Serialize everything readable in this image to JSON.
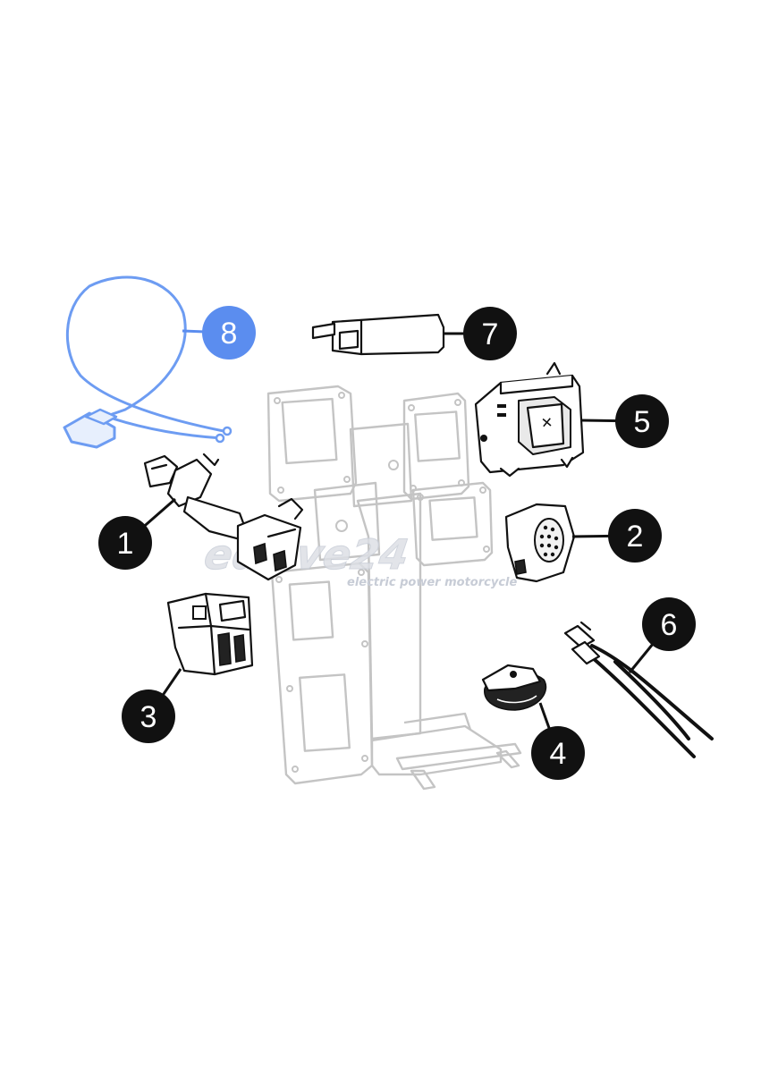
{
  "watermark": {
    "brand": "edrive24",
    "tagline": "electric power motorcycle"
  },
  "colors": {
    "highlight": "#5b8def",
    "callout": "#111111",
    "frame": "#c4c4c4"
  },
  "callouts": [
    {
      "id": "1",
      "label": "1",
      "highlighted": false
    },
    {
      "id": "2",
      "label": "2",
      "highlighted": false
    },
    {
      "id": "3",
      "label": "3",
      "highlighted": false
    },
    {
      "id": "4",
      "label": "4",
      "highlighted": false
    },
    {
      "id": "5",
      "label": "5",
      "highlighted": false
    },
    {
      "id": "6",
      "label": "6",
      "highlighted": false
    },
    {
      "id": "7",
      "label": "7",
      "highlighted": false
    },
    {
      "id": "8",
      "label": "8",
      "highlighted": true
    }
  ]
}
